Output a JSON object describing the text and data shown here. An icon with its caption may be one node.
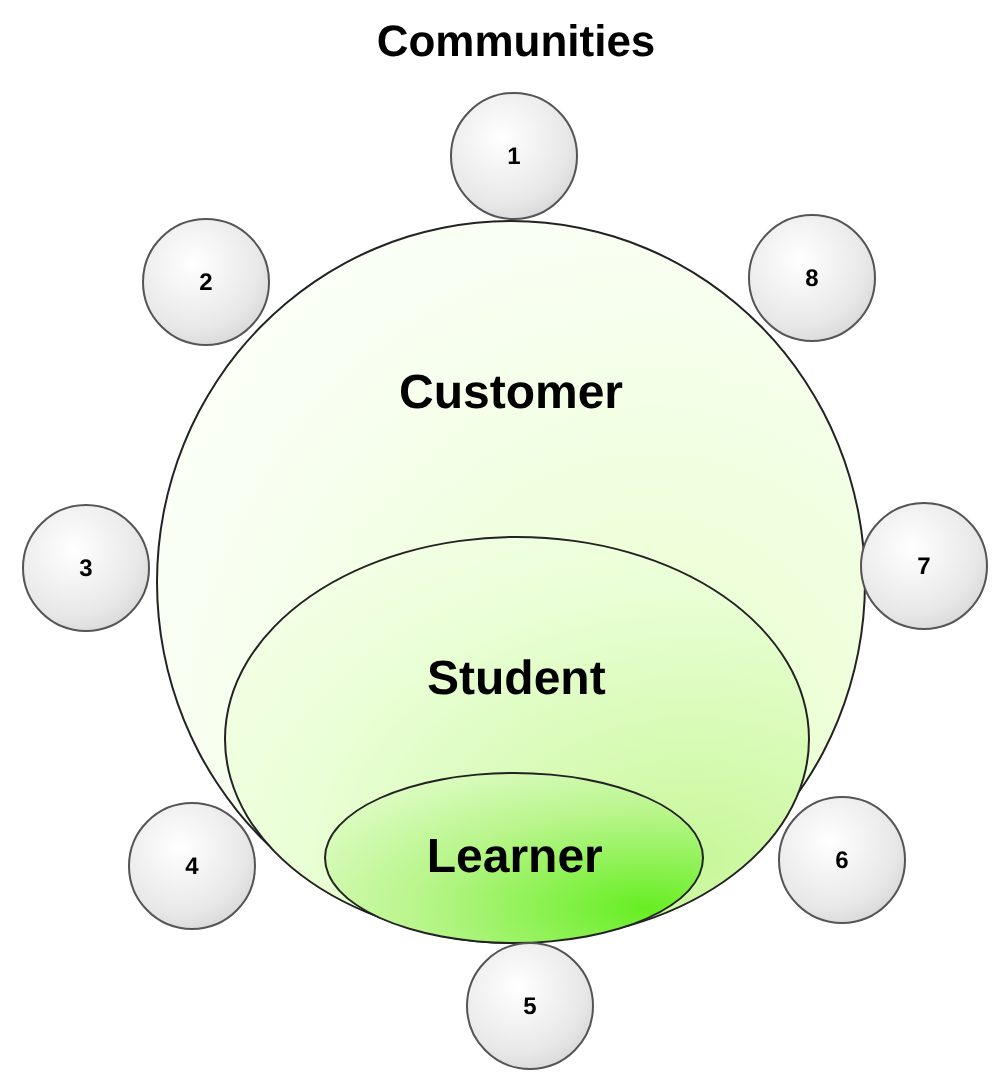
{
  "diagram": {
    "title": "Communities",
    "nodes": [
      {
        "text": [
          "Customer"
        ]
      },
      {
        "text": [
          "Student"
        ],
        "in": 0
      },
      {
        "text": [
          "Learner"
        ],
        "in": 1
      },
      {
        "text": [
          "1"
        ]
      },
      {
        "text": [
          "2"
        ]
      },
      {
        "text": [
          "3"
        ]
      },
      {
        "text": [
          "4"
        ]
      },
      {
        "text": [
          "5"
        ]
      },
      {
        "text": [
          "6"
        ]
      },
      {
        "text": [
          "7"
        ]
      },
      {
        "text": [
          "8"
        ]
      }
    ]
  }
}
